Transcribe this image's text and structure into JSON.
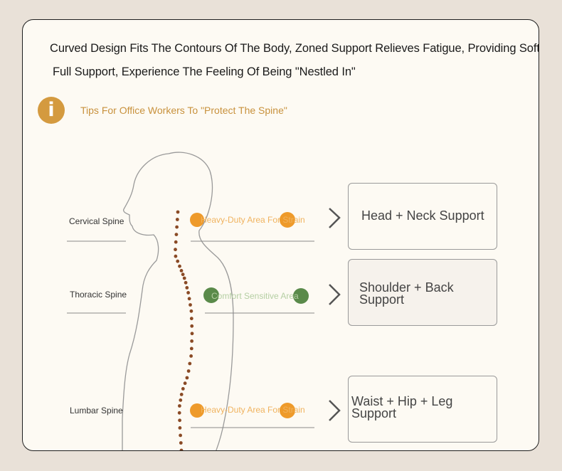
{
  "headline": {
    "line1": "Curved Design Fits The Contours Of The Body, Zoned Support Relieves Fatigue, Providing Soft",
    "line2": "Full Support, Experience The Feeling Of Being \"Nestled In\""
  },
  "tip": {
    "icon_glyph": "i",
    "text": "Tips For Office Workers To \"Protect The Spine\""
  },
  "spine_labels": {
    "cervical": "Cervical Spine",
    "thoracic": "Thoracic Spine",
    "lumbar": "Lumbar Spine"
  },
  "zones": {
    "cervical": "Heavy-Duty Area For Strain",
    "thoracic": "Comfort Sensitive Area",
    "lumbar": "Heavy-Duty Area For Strain"
  },
  "support": {
    "head": "Head + Neck Support",
    "shoulder": "Shoulder + Back Support",
    "waist": "Waist + Hip + Leg Support"
  },
  "arrow_glyph": "›",
  "icons": [
    "info-icon",
    "chevron-right-icon"
  ],
  "colors": {
    "accent_orange": "#d49a3f",
    "zone_orange": "#ee9a2a",
    "zone_green": "#5a8a4a",
    "spine_dot": "#8a4a25",
    "background": "#fdfaf3"
  }
}
